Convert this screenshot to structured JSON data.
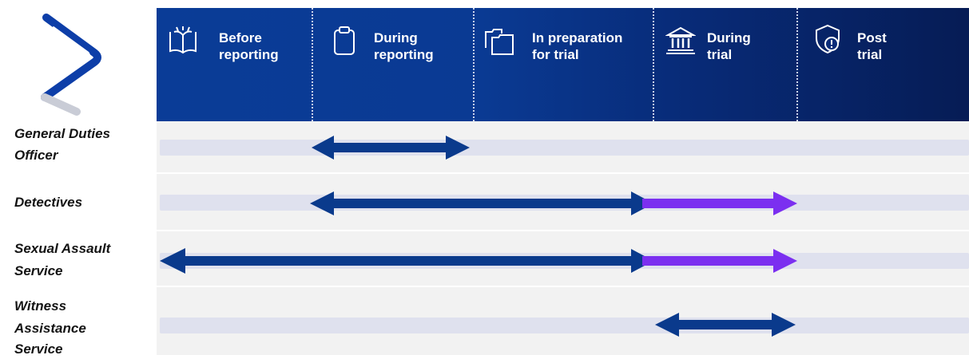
{
  "header": {
    "stages": [
      {
        "line1": "Before",
        "line2": "reporting",
        "icon": "book-icon"
      },
      {
        "line1": "During",
        "line2": "reporting",
        "icon": "clipboard-icon"
      },
      {
        "line1": "In preparation",
        "line2": "for trial",
        "icon": "folders-icon"
      },
      {
        "line1": "During",
        "line2": "trial",
        "icon": "courthouse-icon"
      },
      {
        "line1": "Post",
        "line2": "trial",
        "icon": "shield-alert-icon"
      }
    ]
  },
  "colors": {
    "header_blue": "#0a3c97",
    "arrow_blue": "#0a3a8c",
    "arrow_purple": "#7b2ff0",
    "track": "#dfe1ee"
  },
  "rows": [
    {
      "line1": "General Duties",
      "line2": "Officer",
      "line3": ""
    },
    {
      "line1": "Detectives",
      "line2": "",
      "line3": ""
    },
    {
      "line1": "Sexual Assault",
      "line2": "Service",
      "line3": ""
    },
    {
      "line1": "Witness",
      "line2": "Assistance",
      "line3": "Service"
    }
  ]
}
